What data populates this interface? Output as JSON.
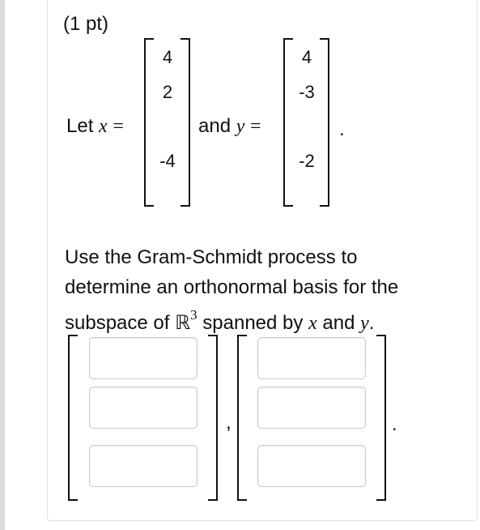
{
  "header": {
    "points": "(1 pt)"
  },
  "vectors": {
    "x": {
      "prefix": "Let",
      "name": "x",
      "values": [
        "4",
        "2",
        "-4"
      ]
    },
    "y": {
      "conj": "and",
      "name": "y",
      "values": [
        "4",
        "-3",
        "-2"
      ]
    },
    "equals": "=",
    "period": "."
  },
  "question": {
    "line1": "Use the Gram-Schmidt process to",
    "line2": "determine an orthonormal basis for the",
    "line3_a": "subspace of",
    "space": "ℝ",
    "exp": "3",
    "line3_b": "spanned by",
    "x": "x",
    "and": "and",
    "y": "y",
    "end": "."
  },
  "answer": {
    "comma": ",",
    "period": ".",
    "vec1": [
      "",
      "",
      ""
    ],
    "vec2": [
      "",
      "",
      ""
    ]
  }
}
